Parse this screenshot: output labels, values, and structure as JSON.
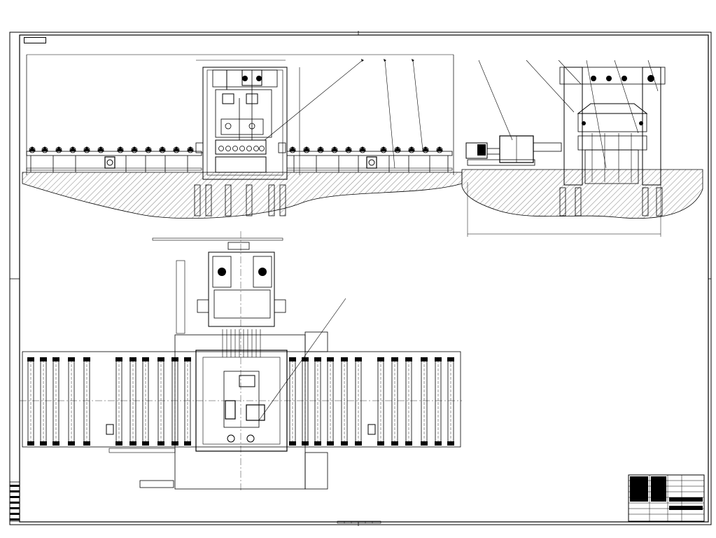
{
  "sheet": {
    "code_label": "",
    "background": "#ffffff",
    "line_color": "#000000"
  },
  "views": [
    {
      "name": "front-elevation"
    },
    {
      "name": "side-elevation"
    },
    {
      "name": "plan-view"
    }
  ],
  "title_block": {
    "rows": 8
  }
}
